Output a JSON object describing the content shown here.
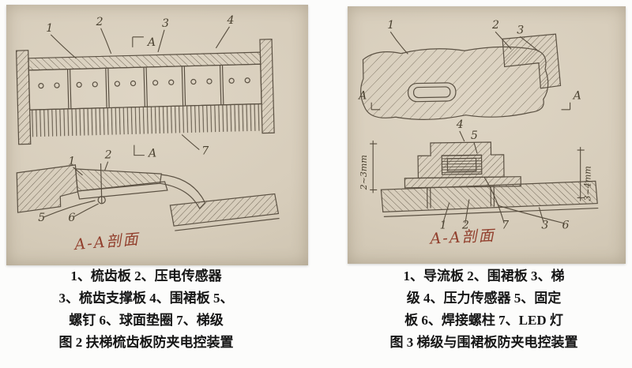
{
  "figure2": {
    "top_labels": [
      "1",
      "2",
      "3",
      "4"
    ],
    "marker_top": "A",
    "marker_bottom": "A",
    "teeth_label": "7",
    "section_labels": [
      "1",
      "2",
      "5",
      "6"
    ],
    "section_title": "A-A剖面",
    "caption_lines": [
      "1、梳齿板 2、压电传感器",
      "3、梳齿支撑板 4、围裙板 5、",
      "螺钉 6、球面垫圈 7、梯级",
      "图 2 扶梯梳齿板防夹电控装置"
    ]
  },
  "figure3": {
    "top_labels": [
      "1",
      "2",
      "3"
    ],
    "marker_left": "A",
    "marker_right": "A",
    "mid_labels": [
      "4",
      "5"
    ],
    "dim_left": "2~3mm",
    "dim_right": "3~4mm",
    "bottom_labels": [
      "1",
      "2",
      "7",
      "3",
      "6"
    ],
    "section_title": "A-A剖面",
    "caption_lines": [
      "1、导流板 2、围裙板 3、梯",
      "级 4、压力传感器 5、固定",
      "板 6、焊接螺柱 7、LED 灯",
      "图 3 梯级与围裙板防夹电控装置"
    ]
  },
  "colors": {
    "pencil": "#574d3e",
    "ink_red": "#92402e",
    "paper": "#d9d0bf"
  }
}
